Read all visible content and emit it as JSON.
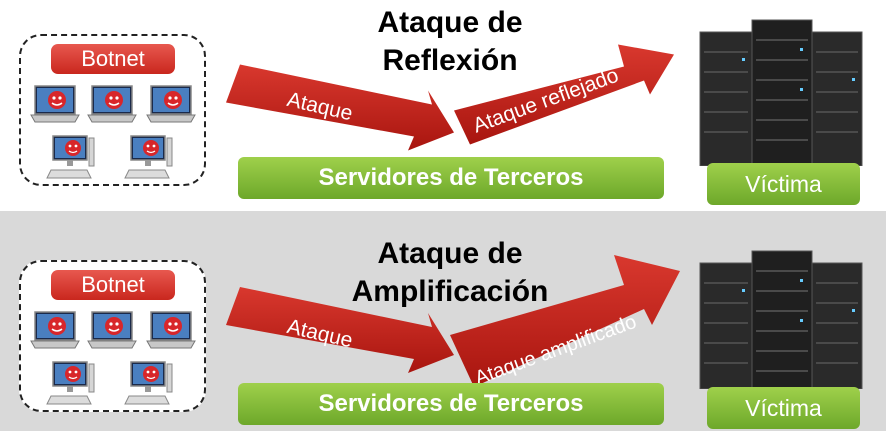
{
  "reflection": {
    "title_line1": "Ataque de",
    "title_line2": "Reflexión",
    "botnet_label": "Botnet",
    "attack_label": "Ataque",
    "reflected_label": "Ataque reflejado",
    "third_party_label": "Servidores de Terceros",
    "victim_label": "Víctima"
  },
  "amplification": {
    "title_line1": "Ataque de",
    "title_line2": "Amplificación",
    "botnet_label": "Botnet",
    "attack_label": "Ataque",
    "amplified_label": "Ataque amplificado",
    "third_party_label": "Servidores de Terceros",
    "victim_label": "Víctima"
  },
  "colors": {
    "arrow_red": "#c0221a",
    "bar_green": "#7fb935",
    "botnet_red": "#d8362c",
    "panel_gray": "#d9d9d9"
  },
  "icons": [
    "laptop-icon",
    "desktop-icon",
    "devil-face-icon",
    "server-rack-icon"
  ]
}
